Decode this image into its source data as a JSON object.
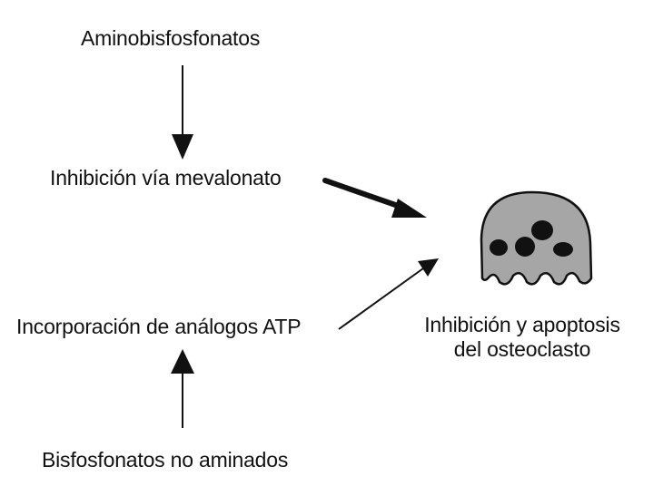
{
  "nodes": {
    "aminobisfosfonatos": "Aminobisfosfonatos",
    "inhibicion_mevalonato": "Inhibición vía mevalonato",
    "incorporacion_atp": "Incorporación de análogos ATP",
    "bisfosfonatos_no_aminados": "Bisfosfonatos no aminados",
    "resultado": {
      "line1": "Inhibición y apoptosis",
      "line2": "del osteoclasto"
    }
  },
  "osteoclast_icon": "osteoclast-cell-icon",
  "colors": {
    "text": "#111111",
    "arrow": "#111111",
    "cell_fill": "#a6a6a6",
    "cell_outline": "#111111",
    "nucleus": "#111111"
  }
}
